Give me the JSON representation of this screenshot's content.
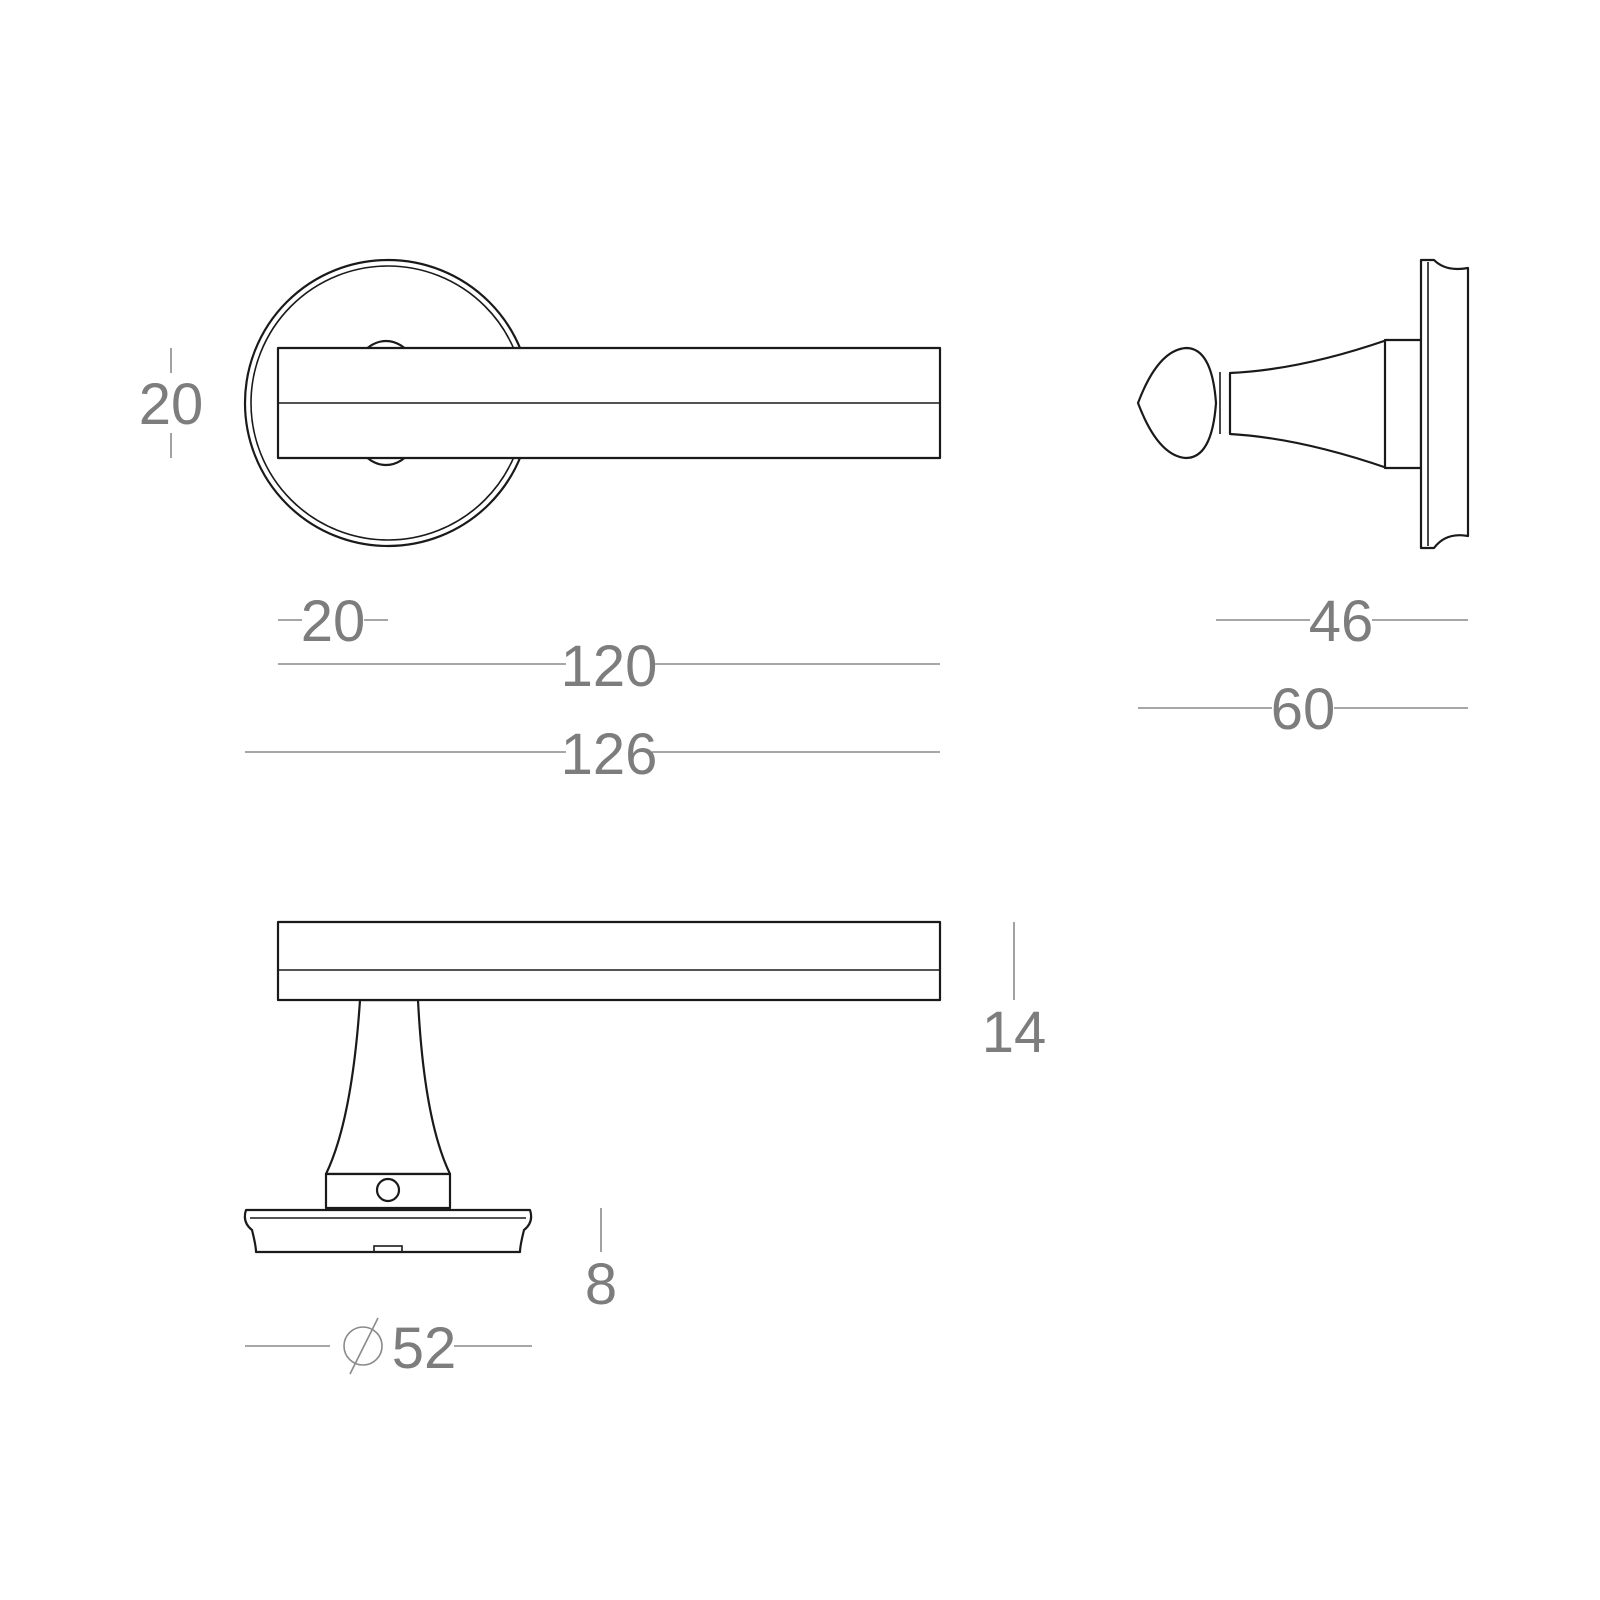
{
  "dimensions": {
    "lever_thickness": "20",
    "rose_offset": "20",
    "lever_length": "120",
    "overall_length": "126",
    "side_depth": "46",
    "overall_projection": "60",
    "lever_height": "14",
    "rose_thickness": "8",
    "rose_diameter": "52",
    "diameter_symbol": "⌀"
  },
  "colors": {
    "line": "#1a1a1a",
    "dimension": "#8a8a8a",
    "background": "#ffffff"
  }
}
